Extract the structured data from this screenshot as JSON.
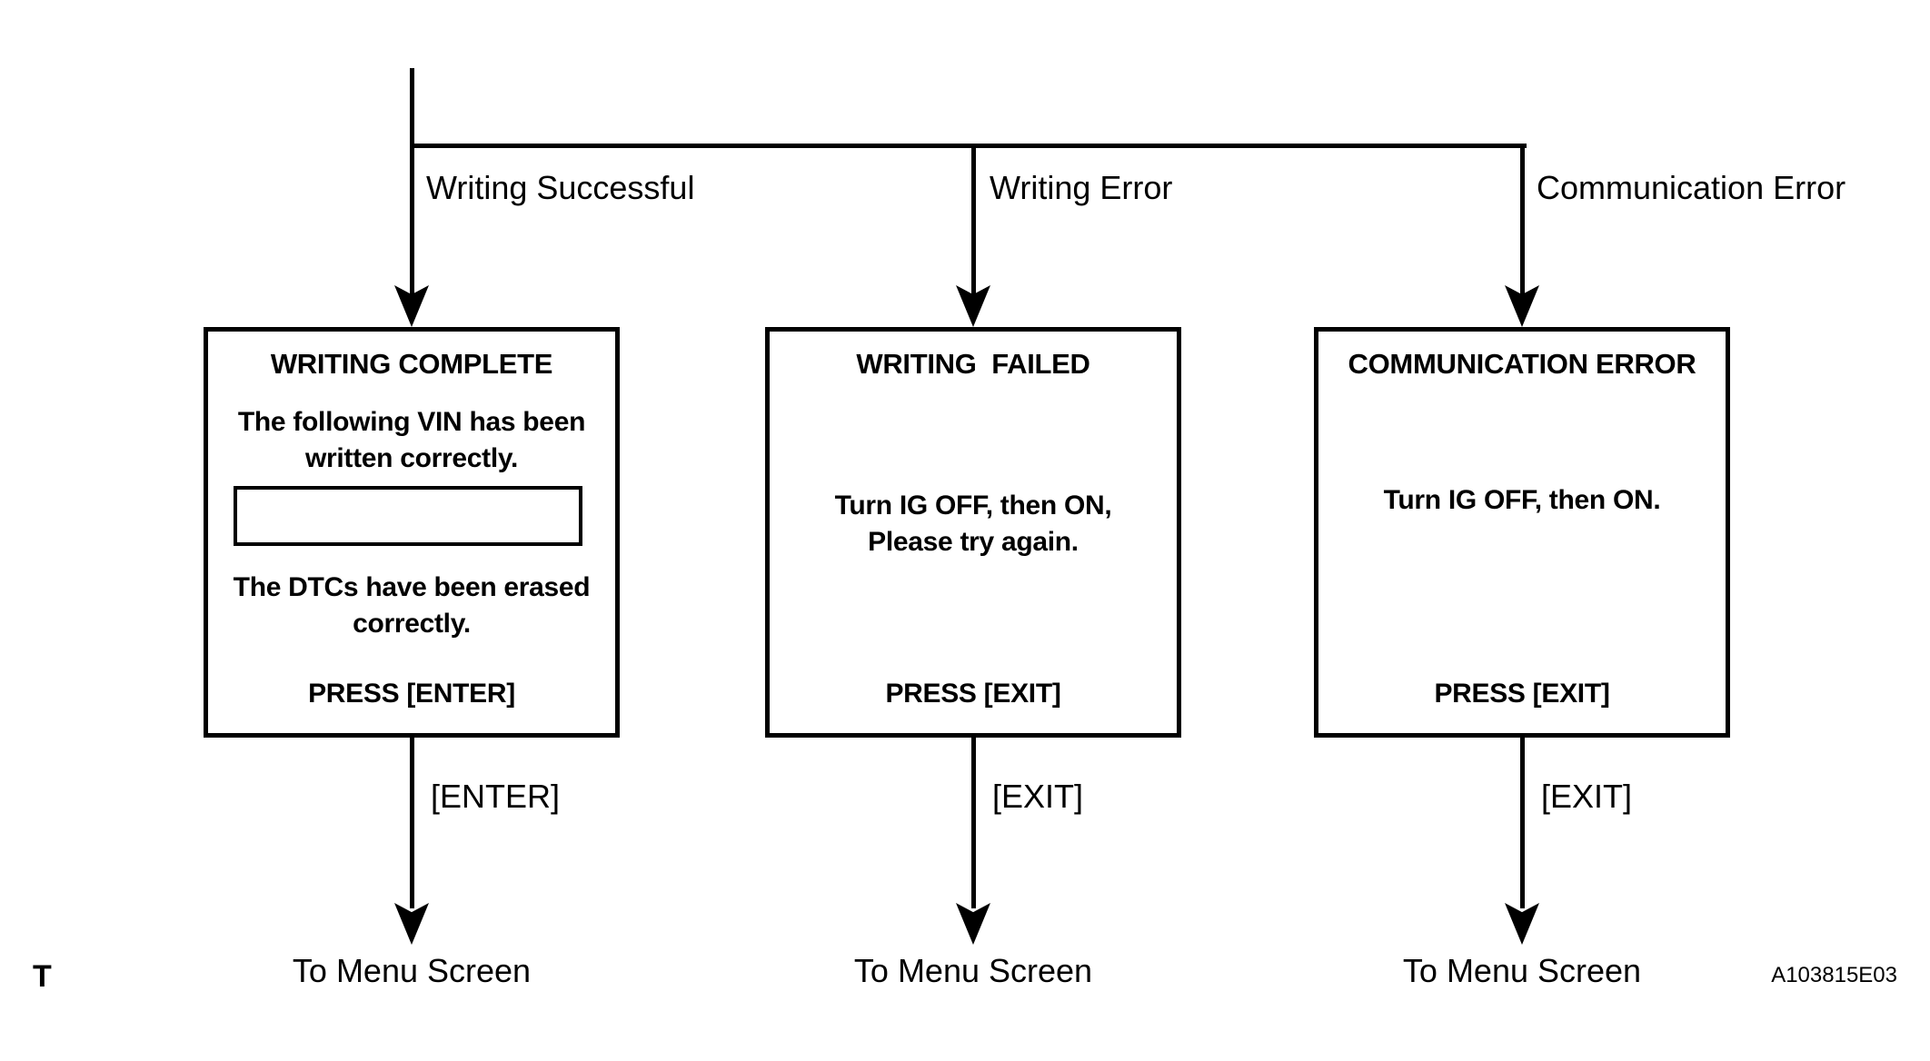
{
  "colors": {
    "ink": "#000000",
    "background": "#ffffff"
  },
  "branches": [
    {
      "condition_label": "Writing Successful",
      "screen": {
        "title": "WRITING COMPLETE",
        "vin_message_line1": "The following VIN has been",
        "vin_message_line2": "written correctly.",
        "vin_field_value": "",
        "dtc_message_line1": "The DTCs have been erased",
        "dtc_message_line2": "correctly.",
        "press_label": "PRESS [ENTER]"
      },
      "key_label": "[ENTER]",
      "destination_label": "To Menu Screen"
    },
    {
      "condition_label": "Writing Error",
      "screen": {
        "title": "WRITING  FAILED",
        "message_line1": "Turn IG OFF, then ON,",
        "message_line2": "Please try again.",
        "press_label": "PRESS [EXIT]"
      },
      "key_label": "[EXIT]",
      "destination_label": "To Menu Screen"
    },
    {
      "condition_label": "Communication Error",
      "screen": {
        "title": "COMMUNICATION ERROR",
        "message_line1": "Turn IG OFF, then ON.",
        "press_label": "PRESS [EXIT]"
      },
      "key_label": "[EXIT]",
      "destination_label": "To Menu Screen"
    }
  ],
  "footer": {
    "page_marker": "T",
    "figure_code": "A103815E03"
  }
}
